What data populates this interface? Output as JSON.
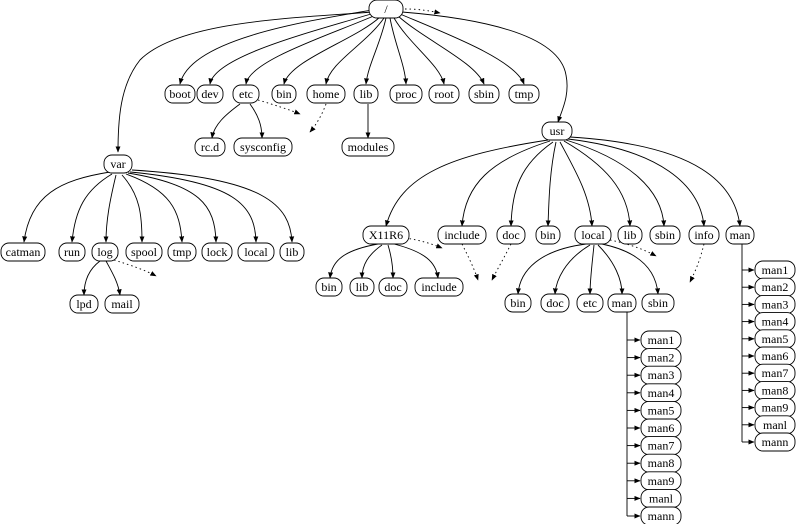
{
  "nodes": {
    "root": "/",
    "boot": "boot",
    "dev": "dev",
    "etc": "etc",
    "bin": "bin",
    "home": "home",
    "lib": "lib",
    "proc": "proc",
    "root_dir": "root",
    "sbin": "sbin",
    "tmp": "tmp",
    "usr": "usr",
    "var": "var",
    "etc_rcd": "rc.d",
    "etc_sysconfig": "sysconfig",
    "lib_modules": "modules",
    "var_catman": "catman",
    "var_run": "run",
    "var_log": "log",
    "var_spool": "spool",
    "var_tmp": "tmp",
    "var_lock": "lock",
    "var_local": "local",
    "var_lib": "lib",
    "log_lpd": "lpd",
    "log_mail": "mail",
    "usr_x11r6": "X11R6",
    "usr_include": "include",
    "usr_doc": "doc",
    "usr_bin": "bin",
    "usr_local": "local",
    "usr_lib": "lib",
    "usr_sbin": "sbin",
    "usr_info": "info",
    "usr_man": "man",
    "x11_bin": "bin",
    "x11_lib": "lib",
    "x11_doc": "doc",
    "x11_include": "include",
    "local_bin": "bin",
    "local_doc": "doc",
    "local_etc": "etc",
    "local_man": "man",
    "local_sbin": "sbin",
    "man_sections": [
      "man1",
      "man2",
      "man3",
      "man4",
      "man5",
      "man6",
      "man7",
      "man8",
      "man9",
      "manl",
      "mann"
    ]
  }
}
